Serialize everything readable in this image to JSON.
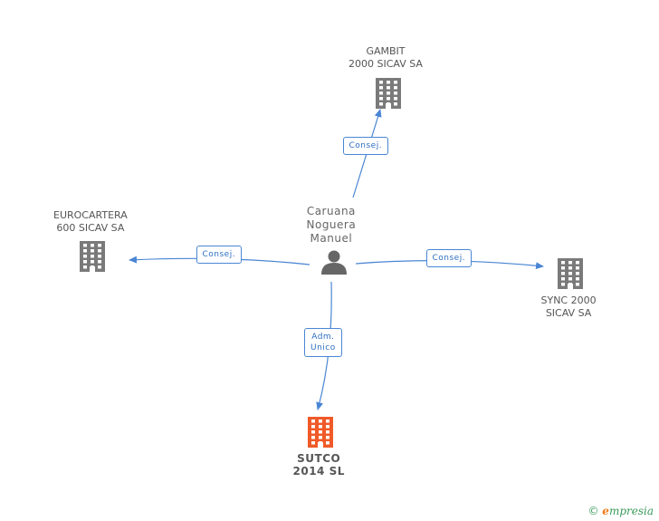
{
  "center": {
    "label_lines": [
      "Caruana",
      "Noguera",
      "Manuel"
    ],
    "icon": "person-icon"
  },
  "nodes": [
    {
      "id": "gambit",
      "label_lines": [
        "GAMBIT",
        "2000 SICAV SA"
      ],
      "icon": "building-icon",
      "color": "#7a7a7a"
    },
    {
      "id": "eurocartera",
      "label_lines": [
        "EUROCARTERA",
        "600 SICAV SA"
      ],
      "icon": "building-icon",
      "color": "#7a7a7a"
    },
    {
      "id": "sync",
      "label_lines": [
        "SYNC 2000",
        "SICAV SA"
      ],
      "icon": "building-icon",
      "color": "#7a7a7a"
    },
    {
      "id": "sutco",
      "label_lines": [
        "SUTCO",
        "2014  SL"
      ],
      "icon": "building-icon",
      "color": "#f05a28",
      "highlight": true
    }
  ],
  "edges": [
    {
      "to": "gambit",
      "label_lines": [
        "Consej."
      ]
    },
    {
      "to": "eurocartera",
      "label_lines": [
        "Consej."
      ]
    },
    {
      "to": "sync",
      "label_lines": [
        "Consej."
      ]
    },
    {
      "to": "sutco",
      "label_lines": [
        "Adm.",
        "Unico"
      ]
    }
  ],
  "colors": {
    "edge": "#4a86d4",
    "person": "#666666"
  },
  "footer": {
    "copyright": "©",
    "brand_e": "e",
    "brand_rest": "mpresia"
  }
}
